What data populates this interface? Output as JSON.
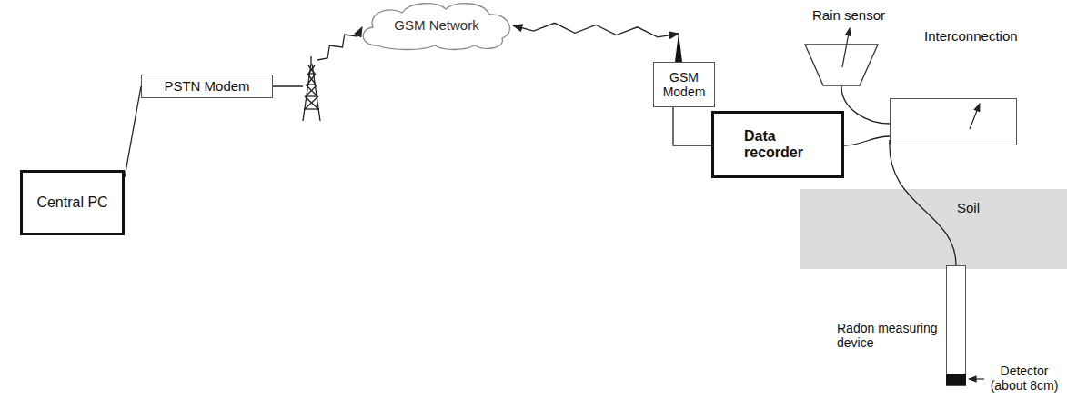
{
  "diagram": {
    "nodes": [
      {
        "text": [
          "Central PC"
        ]
      },
      {
        "text": [
          "PSTN Modem"
        ]
      },
      {
        "text": [
          "GSM Network"
        ]
      },
      {
        "text": [
          "GSM Modem"
        ]
      },
      {
        "text": [
          "Data recorder"
        ]
      },
      {
        "text": [
          "Rain sensor"
        ]
      },
      {
        "text": [
          "Interconnection"
        ]
      },
      {
        "text": [
          "Soil"
        ]
      },
      {
        "text": [
          "Radon measuring device"
        ]
      }
    ],
    "edges": [
      {
        "from": 0,
        "to": 1,
        "arrow": "none"
      },
      {
        "from": 1,
        "to": 2,
        "arrow": "to"
      },
      {
        "from": 2,
        "to": 3,
        "arrow": "both"
      },
      {
        "from": 3,
        "to": 4,
        "arrow": "none"
      },
      {
        "from": 4,
        "to": 6,
        "arrow": "none"
      },
      {
        "from": 5,
        "to": 6,
        "arrow": "none"
      },
      {
        "from": 6,
        "to": 8,
        "arrow": "none"
      }
    ],
    "labels": [
      "Detector (about 8cm)"
    ]
  }
}
